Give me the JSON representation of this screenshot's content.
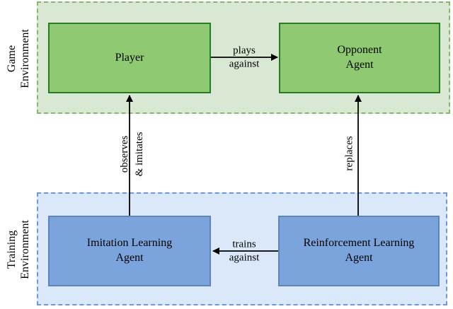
{
  "colors": {
    "game-env-fill": "#d9e8d3",
    "game-env-border": "#84b96d",
    "game-node-fill": "#8fca72",
    "game-node-border": "#257c25",
    "training-env-fill": "#dbe8f9",
    "training-env-border": "#6f96d5",
    "training-node-fill": "#7ba3dc",
    "training-node-border": "#5d84bd",
    "arrow": "#000000",
    "text": "#000000"
  },
  "environments": {
    "game": {
      "label": "Game\nEnvironment",
      "nodes": {
        "player": {
          "label": "Player"
        },
        "opponent": {
          "label": "Opponent\nAgent"
        }
      }
    },
    "training": {
      "label": "Training\nEnvironment",
      "nodes": {
        "imitation": {
          "label": "Imitation Learning\nAgent"
        },
        "reinforcement": {
          "label": "Reinforcement Learning\nAgent"
        }
      }
    }
  },
  "edges": {
    "plays_against": {
      "label": "plays\nagainst",
      "from": "Player",
      "to": "Opponent Agent"
    },
    "trains_against": {
      "label": "trains\nagainst",
      "from": "Reinforcement Learning Agent",
      "to": "Imitation Learning Agent"
    },
    "observes_imitates": {
      "label": "observes\n& imitates",
      "from": "Imitation Learning Agent",
      "to": "Player"
    },
    "replaces": {
      "label": "replaces",
      "from": "Reinforcement Learning Agent",
      "to": "Opponent Agent"
    }
  }
}
